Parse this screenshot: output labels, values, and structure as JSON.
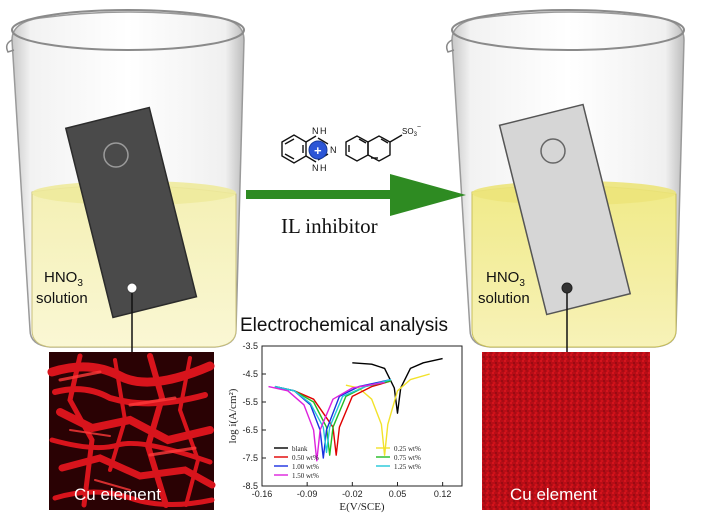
{
  "left_beaker": {
    "solution_label_main": "HNO",
    "solution_label_sub": "3",
    "solution_label_line2": "solution",
    "element_label": "Cu element"
  },
  "right_beaker": {
    "solution_label_main": "HNO",
    "solution_label_sub": "3",
    "solution_label_line2": "solution",
    "element_label": "Cu element"
  },
  "arrow": {
    "label": "IL inhibitor",
    "sulfonate_label": "SO",
    "sulfonate_sub": "3",
    "sulfonate_sup": "−",
    "cation_n1": "N",
    "cation_n2": "N",
    "cation_n3": "N",
    "cation_h1": "H",
    "cation_h2": "H"
  },
  "analysis_title": "Electrochemical analysis",
  "colors": {
    "solution_left": "#f7f3bf",
    "solution_right": "#f5f0a2",
    "bare_cu_plate": "#4a4a4a",
    "protected_cu_plate": "#d6d6d6",
    "arrow": "#2e8b22",
    "map_red": "#c8101a"
  },
  "chart_data": {
    "type": "line",
    "xlabel": "E(V/SCE)",
    "ylabel": "log i(A/cm²)",
    "xlim": [
      -0.16,
      0.15
    ],
    "ylim": [
      -8.5,
      -3.5
    ],
    "x_ticks": [
      "-0.16",
      "-0.09",
      "-0.02",
      "0.05",
      "0.12"
    ],
    "y_ticks": [
      "-3.5",
      "-4.5",
      "-5.5",
      "-6.5",
      "-7.5",
      "-8.5"
    ],
    "series": [
      {
        "name": "blank",
        "color": "#000000",
        "x": [
          -0.02,
          0.01,
          0.03,
          0.045,
          0.05,
          0.055,
          0.07,
          0.09,
          0.12
        ],
        "y": [
          -4.1,
          -4.15,
          -4.3,
          -5.0,
          -5.9,
          -5.0,
          -4.3,
          -4.1,
          -3.95
        ]
      },
      {
        "name": "0.25 wt%",
        "color": "#f2e22a",
        "x": [
          -0.03,
          -0.01,
          0.01,
          0.025,
          0.03,
          0.035,
          0.05,
          0.07,
          0.1
        ],
        "y": [
          -4.9,
          -5.0,
          -5.4,
          -6.3,
          -7.4,
          -6.3,
          -5.1,
          -4.7,
          -4.5
        ]
      },
      {
        "name": "0.50 wt%",
        "color": "#e00000",
        "x": [
          -0.14,
          -0.11,
          -0.08,
          -0.05,
          -0.045,
          -0.04,
          -0.02,
          0.01,
          0.04
        ],
        "y": [
          -4.95,
          -5.1,
          -5.4,
          -6.4,
          -7.4,
          -6.4,
          -5.3,
          -4.95,
          -4.75
        ]
      },
      {
        "name": "0.75 wt%",
        "color": "#22bb22",
        "x": [
          -0.14,
          -0.11,
          -0.08,
          -0.06,
          -0.055,
          -0.05,
          -0.03,
          0.0,
          0.04
        ],
        "y": [
          -4.95,
          -5.1,
          -5.5,
          -6.4,
          -7.4,
          -6.4,
          -5.3,
          -4.95,
          -4.75
        ]
      },
      {
        "name": "1.00 wt%",
        "color": "#1a2fe0",
        "x": [
          -0.14,
          -0.11,
          -0.085,
          -0.07,
          -0.065,
          -0.06,
          -0.04,
          -0.01,
          0.04
        ],
        "y": [
          -4.95,
          -5.1,
          -5.6,
          -6.5,
          -7.5,
          -6.5,
          -5.3,
          -4.95,
          -4.7
        ]
      },
      {
        "name": "1.25 wt%",
        "color": "#22c8d8",
        "x": [
          -0.14,
          -0.11,
          -0.085,
          -0.065,
          -0.06,
          -0.055,
          -0.035,
          0.0,
          0.04
        ],
        "y": [
          -4.95,
          -5.1,
          -5.55,
          -6.4,
          -7.3,
          -6.4,
          -5.3,
          -4.95,
          -4.7
        ]
      },
      {
        "name": "1.50 wt%",
        "color": "#dd22dd",
        "x": [
          -0.15,
          -0.12,
          -0.095,
          -0.08,
          -0.075,
          -0.07,
          -0.05,
          -0.02,
          0.03
        ],
        "y": [
          -4.95,
          -5.1,
          -5.6,
          -6.5,
          -7.6,
          -6.5,
          -5.4,
          -5.0,
          -4.8
        ]
      }
    ],
    "legend": "inside-bottom"
  }
}
